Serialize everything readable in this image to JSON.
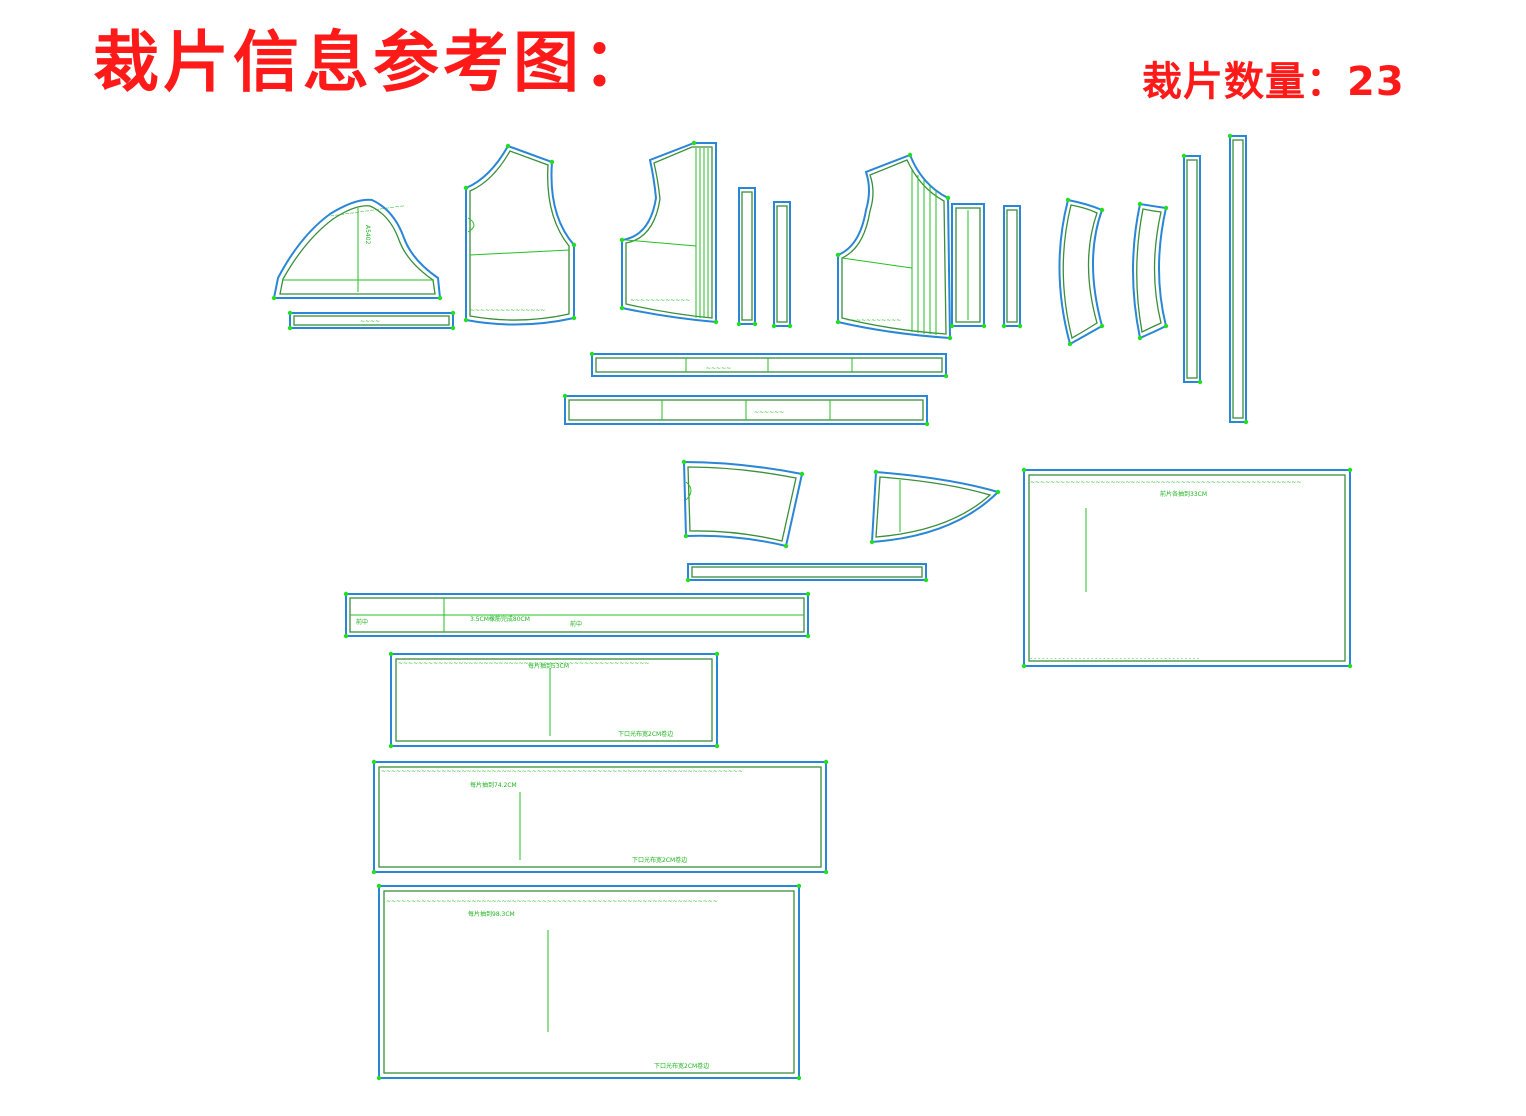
{
  "header": {
    "title": "裁片信息参考图：",
    "count_label": "裁片数量：23"
  },
  "colors": {
    "title_red": "#ff1a1a",
    "outer_line": "#2a86d6",
    "inner_line": "#3a8f3a",
    "annotation_green": "#1db51d"
  },
  "labels": {
    "front_fold": "前中",
    "front_fold_b": "前中",
    "band_note": "3.5CM橡筋完成80CM",
    "top_hem_1": "前片各抽到33CM",
    "panel_1_note": "每片抽到53CM",
    "panel_1_bottom": "下口光布宽2CM卷边",
    "panel_2_note": "每片抽到74.2CM",
    "panel_2_bottom": "下口光布宽2CM卷边",
    "panel_3_note": "每片抽到98.3CM",
    "panel_3_bottom": "下口光布宽2CM卷边",
    "style_code": "A5402"
  }
}
